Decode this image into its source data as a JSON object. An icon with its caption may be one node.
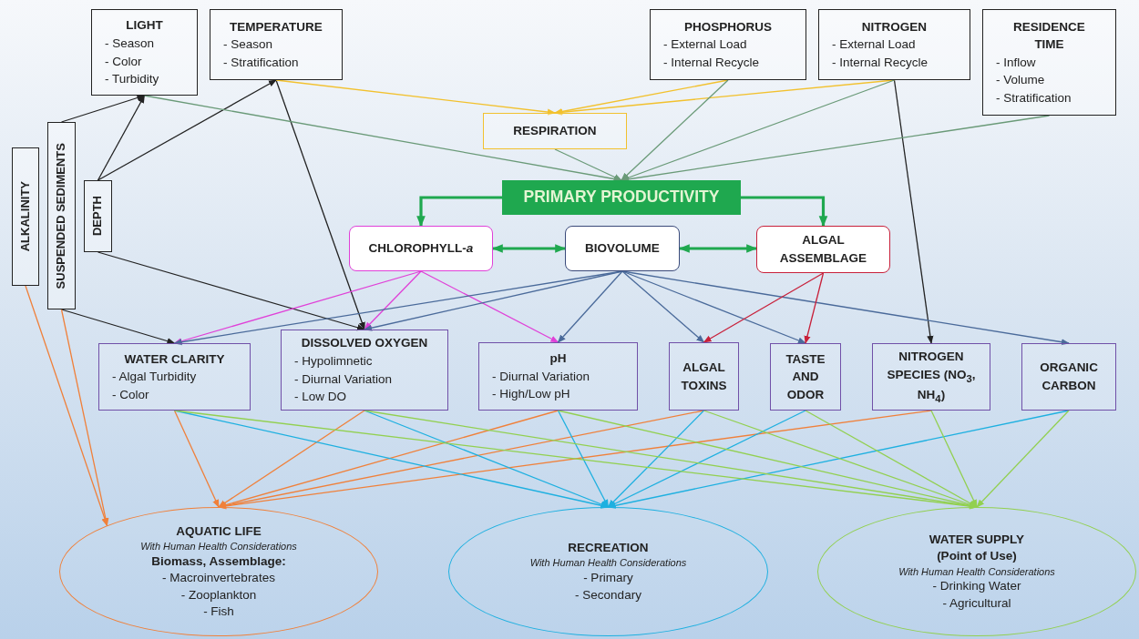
{
  "diagram": {
    "nodes": [
      {
        "text": [
          "LIGHT",
          "- Season",
          "- Color",
          "- Turbidity"
        ]
      },
      {
        "text": [
          "TEMPERATURE",
          "- Season",
          "- Stratification"
        ]
      },
      {
        "text": [
          "PHOSPHORUS",
          "- External Load",
          "- Internal Recycle"
        ]
      },
      {
        "text": [
          "NITROGEN",
          "- External Load",
          "- Internal Recycle"
        ]
      },
      {
        "text": [
          "RESIDENCE TIME",
          "- Inflow",
          "- Volume",
          "- Stratification"
        ]
      },
      {
        "text": [
          "ALKALINITY"
        ]
      },
      {
        "text": [
          "SUSPENDED SEDIMENTS"
        ]
      },
      {
        "text": [
          "DEPTH"
        ]
      },
      {
        "text": [
          "RESPIRATION"
        ]
      },
      {
        "text": [
          "PRIMARY PRODUCTIVITY"
        ]
      },
      {
        "text": [
          "CHLOROPHYLL-*a*"
        ]
      },
      {
        "text": [
          "BIOVOLUME"
        ]
      },
      {
        "text": [
          "ALGAL ASSEMBLAGE"
        ]
      },
      {
        "text": [
          "WATER CLARITY",
          "- Algal Turbidity",
          "- Color"
        ]
      },
      {
        "text": [
          "DISSOLVED OXYGEN",
          "- Hypolimnetic",
          "- Diurnal Variation",
          "- Low DO"
        ]
      },
      {
        "text": [
          "pH",
          "- Diurnal Variation",
          "- High/Low pH"
        ]
      },
      {
        "text": [
          "ALGAL TOXINS"
        ]
      },
      {
        "text": [
          "TASTE AND ODOR"
        ]
      },
      {
        "text": [
          "NITROGEN SPECIES (NO$_{3}$, NH$_{4}$)"
        ]
      },
      {
        "text": [
          "ORGANIC CARBON"
        ]
      },
      {
        "text": [
          "AQUATIC LIFE",
          "With Human Health Considerations",
          "Biomass, Assemblage:",
          "- Macroinvertebrates",
          "- Zooplankton",
          "- Fish"
        ]
      },
      {
        "text": [
          "RECREATION",
          "With Human Health Considerations",
          "- Primary",
          "- Secondary"
        ]
      },
      {
        "text": [
          "WATER SUPPLY (Point of Use)",
          "With Human Health Considerations",
          "- Drinking Water",
          "- Agricultural"
        ]
      }
    ],
    "edges": [
      {
        "from": 6,
        "to": 0,
        "arrow": "to",
        "color": "#222222"
      },
      {
        "from": 7,
        "to": 0,
        "arrow": "to",
        "color": "#222222"
      },
      {
        "from": 7,
        "to": 1,
        "arrow": "to",
        "color": "#222222"
      },
      {
        "from": 1,
        "to": 14,
        "arrow": "to",
        "color": "#222222"
      },
      {
        "from": 7,
        "to": 14,
        "arrow": "to",
        "color": "#222222"
      },
      {
        "from": 6,
        "to": 13,
        "arrow": "to",
        "color": "#222222"
      },
      {
        "from": 3,
        "to": 18,
        "arrow": "to",
        "color": "#222222"
      },
      {
        "from": 1,
        "to": 8,
        "arrow": "to",
        "color": "#f2c12e"
      },
      {
        "from": 2,
        "to": 8,
        "arrow": "to",
        "color": "#f2c12e"
      },
      {
        "from": 3,
        "to": 8,
        "arrow": "to",
        "color": "#f2c12e"
      },
      {
        "from": 0,
        "to": 9,
        "arrow": "to",
        "color": "#6a9a78"
      },
      {
        "from": 8,
        "to": 9,
        "arrow": "to",
        "color": "#6a9a78"
      },
      {
        "from": 2,
        "to": 9,
        "arrow": "to",
        "color": "#6a9a78"
      },
      {
        "from": 3,
        "to": 9,
        "arrow": "to",
        "color": "#6a9a78"
      },
      {
        "from": 4,
        "to": 9,
        "arrow": "to",
        "color": "#6a9a78"
      },
      {
        "from": 9,
        "to": 10,
        "arrow": "to",
        "style": "thick",
        "color": "#1fa84f"
      },
      {
        "from": 9,
        "to": 12,
        "arrow": "to",
        "style": "thick",
        "color": "#1fa84f"
      },
      {
        "from": 10,
        "to": 11,
        "arrow": "both",
        "style": "thick",
        "color": "#1fa84f"
      },
      {
        "from": 11,
        "to": 12,
        "arrow": "both",
        "style": "thick",
        "color": "#1fa84f"
      },
      {
        "from": 10,
        "to": 13,
        "arrow": "to",
        "color": "#e040d8"
      },
      {
        "from": 10,
        "to": 14,
        "arrow": "to",
        "color": "#e040d8"
      },
      {
        "from": 10,
        "to": 15,
        "arrow": "to",
        "color": "#e040d8"
      },
      {
        "from": 11,
        "to": 13,
        "arrow": "to",
        "color": "#4a6a9a"
      },
      {
        "from": 11,
        "to": 14,
        "arrow": "to",
        "color": "#4a6a9a"
      },
      {
        "from": 11,
        "to": 15,
        "arrow": "to",
        "color": "#4a6a9a"
      },
      {
        "from": 11,
        "to": 16,
        "arrow": "to",
        "color": "#4a6a9a"
      },
      {
        "from": 11,
        "to": 17,
        "arrow": "to",
        "color": "#4a6a9a"
      },
      {
        "from": 11,
        "to": 19,
        "arrow": "to",
        "color": "#4a6a9a"
      },
      {
        "from": 12,
        "to": 16,
        "arrow": "to",
        "color": "#c8203a"
      },
      {
        "from": 12,
        "to": 17,
        "arrow": "to",
        "color": "#c8203a"
      },
      {
        "from": 5,
        "to": 20,
        "arrow": "to",
        "color": "#f0803a"
      },
      {
        "from": 6,
        "to": 20,
        "arrow": "to",
        "color": "#f0803a"
      },
      {
        "from": 13,
        "to": 20,
        "arrow": "to",
        "color": "#f0803a"
      },
      {
        "from": 14,
        "to": 20,
        "arrow": "to",
        "color": "#f0803a"
      },
      {
        "from": 15,
        "to": 20,
        "arrow": "to",
        "color": "#f0803a"
      },
      {
        "from": 16,
        "to": 20,
        "arrow": "to",
        "color": "#f0803a"
      },
      {
        "from": 18,
        "to": 20,
        "arrow": "to",
        "color": "#f0803a"
      },
      {
        "from": 13,
        "to": 21,
        "arrow": "to",
        "color": "#1eb0e0"
      },
      {
        "from": 14,
        "to": 21,
        "arrow": "to",
        "color": "#1eb0e0"
      },
      {
        "from": 15,
        "to": 21,
        "arrow": "to",
        "color": "#1eb0e0"
      },
      {
        "from": 16,
        "to": 21,
        "arrow": "to",
        "color": "#1eb0e0"
      },
      {
        "from": 17,
        "to": 21,
        "arrow": "to",
        "color": "#1eb0e0"
      },
      {
        "from": 19,
        "to": 21,
        "arrow": "to",
        "color": "#1eb0e0"
      },
      {
        "from": 13,
        "to": 22,
        "arrow": "to",
        "color": "#92d050"
      },
      {
        "from": 14,
        "to": 22,
        "arrow": "to",
        "color": "#92d050"
      },
      {
        "from": 15,
        "to": 22,
        "arrow": "to",
        "color": "#92d050"
      },
      {
        "from": 16,
        "to": 22,
        "arrow": "to",
        "color": "#92d050"
      },
      {
        "from": 17,
        "to": 22,
        "arrow": "to",
        "color": "#92d050"
      },
      {
        "from": 18,
        "to": 22,
        "arrow": "to",
        "color": "#92d050"
      },
      {
        "from": 19,
        "to": 22,
        "arrow": "to",
        "color": "#92d050"
      }
    ]
  }
}
